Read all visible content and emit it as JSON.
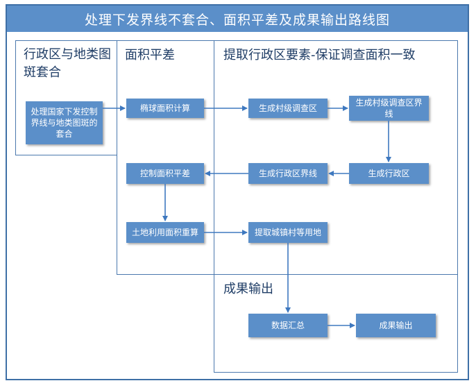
{
  "title": "处理下发界线不套合、面积平差及成果输出路线图",
  "panels": {
    "overlay": "行政区与地类图斑套合",
    "adjust": "面积平差",
    "extract": "提取行政区要素-保证调查面积一致",
    "output": "成果输出"
  },
  "nodes": {
    "n1": "处理国家下发控制界线与地类图斑的套合",
    "n2": "椭球面积计算",
    "n3": "生成村级调查区",
    "n4": "生成村级调查区界线",
    "n5": "生成行政区",
    "n6": "生成行政区界线",
    "n7": "控制面积平差",
    "n8": "土地利用面积重算",
    "n9": "提取城镇村等用地",
    "n10": "数据汇总",
    "n11": "成果输出"
  },
  "colors": {
    "title_bg": "#5b8fc9",
    "node_bg": "#5b8fc9",
    "border": "#4a78ad",
    "text_dark": "#1f3d66"
  }
}
